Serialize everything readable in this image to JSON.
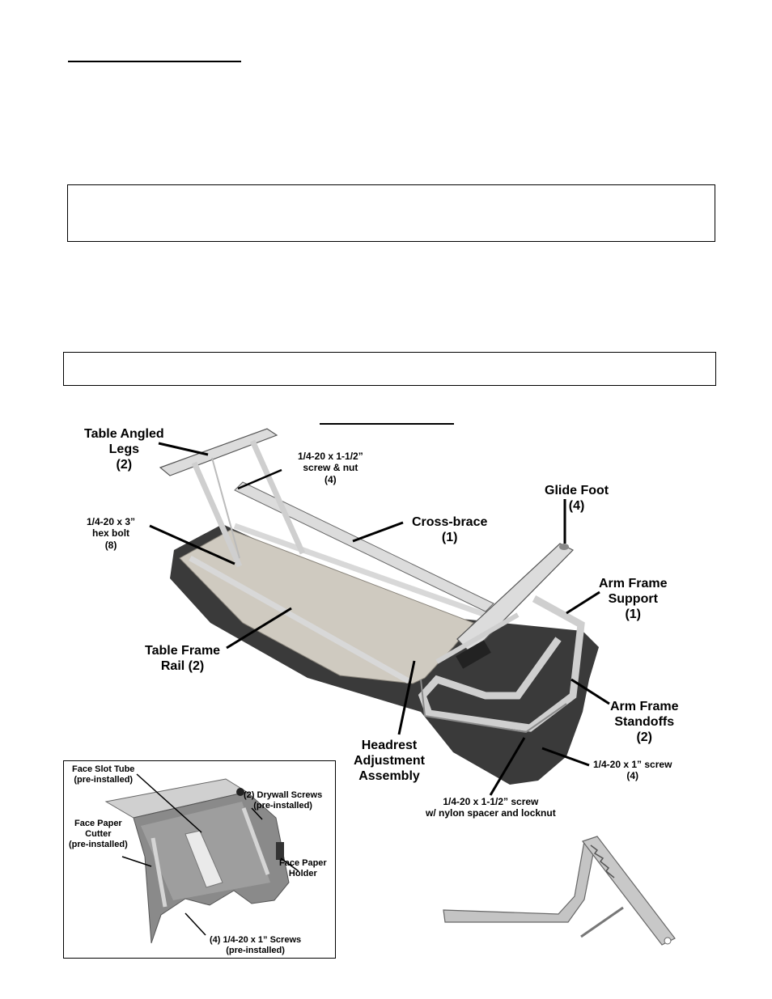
{
  "main_figure": {
    "labels": {
      "table_angled_legs": "Table Angled\nLegs\n(2)",
      "screw_nut": "1/4-20 x 1-1/2”\nscrew & nut\n(4)",
      "hex_bolt": "1/4-20 x 3”\nhex bolt\n(8)",
      "cross_brace": "Cross-brace\n(1)",
      "glide_foot": "Glide Foot\n(4)",
      "arm_frame_support": "Arm Frame\nSupport\n(1)",
      "table_frame_rail": "Table Frame\nRail (2)",
      "arm_frame_standoffs": "Arm Frame\nStandoffs\n(2)",
      "headrest_adjustment": "Headrest\nAdjustment\nAssembly",
      "screw_1in": "1/4-20 x 1” screw\n(4)",
      "screw_spacer": "1/4-20 x 1-1/2” screw\nw/ nylon spacer and locknut"
    }
  },
  "inset_figure": {
    "labels": {
      "face_slot_tube": "Face Slot Tube\n(pre-installed)",
      "drywall_screws": "(2) Drywall Screws\n(pre-installed)",
      "face_paper_cutter": "Face Paper\nCutter\n(pre-installed)",
      "face_paper_holder": "Face Paper\nHolder",
      "screws_1in": "(4) 1/4-20 x 1” Screws\n(pre-installed)"
    }
  },
  "colors": {
    "pad": "#3a3a3a",
    "board": "#cfcac0",
    "frame": "#d6d6d6",
    "outline": "#555555"
  }
}
